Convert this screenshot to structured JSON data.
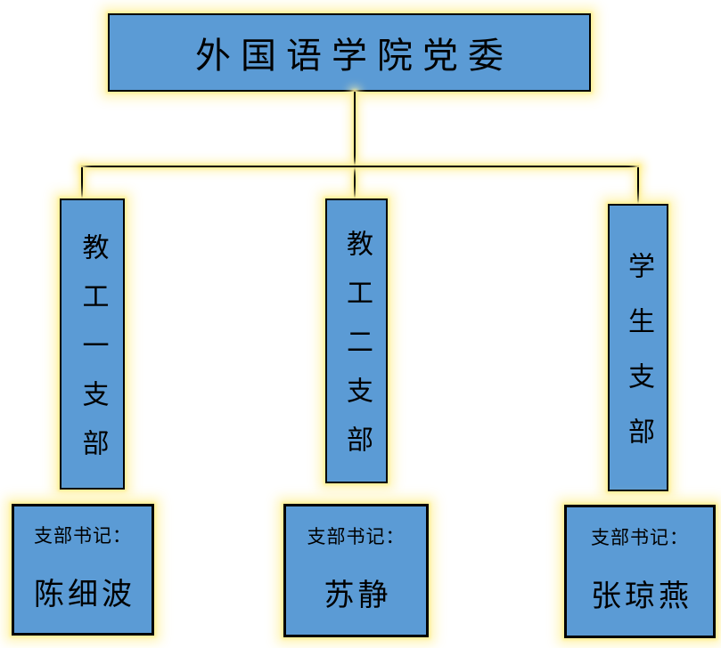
{
  "diagram": {
    "title": "外国语学院党委",
    "colors": {
      "box_fill": "#5B9BD5",
      "box_border": "#000000",
      "glow": "#FFF3AA",
      "text": "#000000",
      "background": "#FFFFFF"
    },
    "branches": [
      {
        "name": "教工一支部",
        "secretary_label": "支部书记：",
        "secretary_name": "陈细波"
      },
      {
        "name": "教工二支部",
        "secretary_label": "支部书记：",
        "secretary_name": "苏静"
      },
      {
        "name": "学生支部",
        "secretary_label": "支部书记：",
        "secretary_name": "张琼燕"
      }
    ]
  }
}
